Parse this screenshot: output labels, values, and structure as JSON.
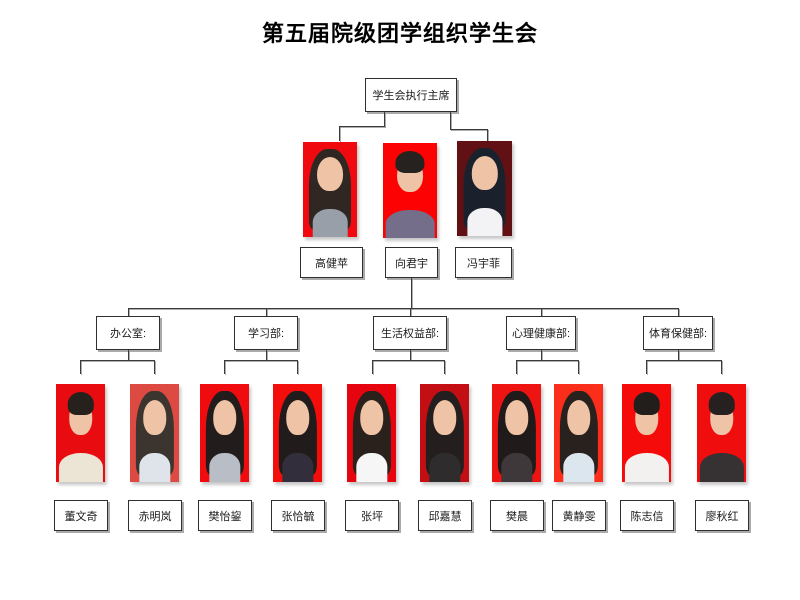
{
  "title": "第五届院级团学组织学生会",
  "colors": {
    "line": "#3b3b3b",
    "box_border": "#2f2f2f",
    "skin": "#eec3a6",
    "id_photo_red": "#ee0b0f"
  },
  "org": {
    "root_label": "学生会执行主席",
    "executives": [
      {
        "name": "高健苹",
        "photo_bg": "#f00a0f",
        "hair_color": "#302723",
        "top_color": "#999fa8"
      },
      {
        "name": "向君宇",
        "photo_bg": "#fd0203",
        "hair_color": "#26221f",
        "top_color": "#756e8a"
      },
      {
        "name": "冯宇菲",
        "photo_bg": "#611114",
        "hair_color": "#1b212c",
        "top_color": "#f3f3f5"
      }
    ],
    "departments": [
      {
        "label": "办公室:",
        "members": [
          {
            "name": "董文奇",
            "photo_bg": "#e80b10",
            "hair_color": "#27211e",
            "top_color": "#ece4d4"
          },
          {
            "name": "赤明岚",
            "photo_bg": "#dd4a42",
            "hair_color": "#3c342e",
            "top_color": "#dfe4ea"
          }
        ]
      },
      {
        "label": "学习部:",
        "members": [
          {
            "name": "樊怡鋆",
            "photo_bg": "#ef0b0e",
            "hair_color": "#221d1c",
            "top_color": "#b9bdc6"
          },
          {
            "name": "张恰毓",
            "photo_bg": "#f30d0b",
            "hair_color": "#211c1b",
            "top_color": "#332e3b"
          }
        ]
      },
      {
        "label": "生活权益部:",
        "members": [
          {
            "name": "张坪",
            "photo_bg": "#e6050e",
            "hair_color": "#2a211d",
            "top_color": "#f6f6f6"
          },
          {
            "name": "邱嘉慧",
            "photo_bg": "#c30f14",
            "hair_color": "#241f1e",
            "top_color": "#2e2c2d"
          }
        ]
      },
      {
        "label": "心理健康部:",
        "members": [
          {
            "name": "樊晨",
            "photo_bg": "#ee1412",
            "hair_color": "#201b1a",
            "top_color": "#3f383a"
          },
          {
            "name": "黄静雯",
            "photo_bg": "#fb2e1b",
            "hair_color": "#28211e",
            "top_color": "#dce6ee"
          }
        ]
      },
      {
        "label": "体育保健部:",
        "members": [
          {
            "name": "陈志信",
            "photo_bg": "#f60b0b",
            "hair_color": "#221e1c",
            "top_color": "#f2f1ef"
          },
          {
            "name": "廖秋红",
            "photo_bg": "#f00d0e",
            "hair_color": "#262120",
            "top_color": "#363233"
          }
        ]
      }
    ]
  }
}
